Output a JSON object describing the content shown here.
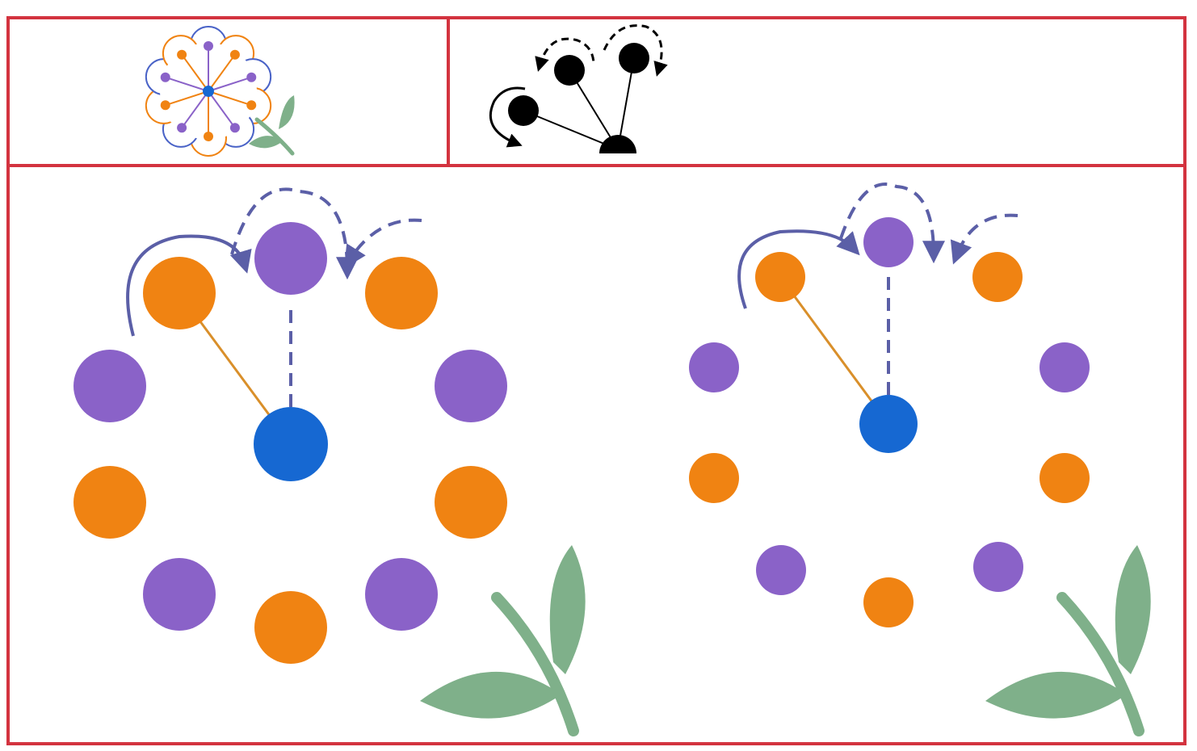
{
  "colors": {
    "frame": "#d3333f",
    "purple": "#8a62c8",
    "orange": "#f08312",
    "blue": "#1668d2",
    "arrow": "#5b5fa7",
    "link": "#d98f2a",
    "leaf": "#7fb08a",
    "icon_outline": "#4a63c7",
    "black": "#000000"
  },
  "panels": {
    "icon_left": "flower-icon",
    "icon_right": "rotation-arrows-icon",
    "bottom": {
      "diagrams": [
        {
          "name": "large-node-ring",
          "ring_node_colors": [
            "purple",
            "orange",
            "purple",
            "orange",
            "purple",
            "orange",
            "purple",
            "orange",
            "purple",
            "orange"
          ],
          "center_node": "blue",
          "solid_link": "center-to-orange",
          "dashed_link": "center-to-purple"
        },
        {
          "name": "small-node-ring",
          "ring_node_colors": [
            "purple",
            "orange",
            "purple",
            "orange",
            "purple",
            "orange",
            "purple",
            "orange",
            "purple",
            "orange"
          ],
          "center_node": "blue",
          "solid_link": "center-to-orange",
          "dashed_link": "center-to-purple"
        }
      ]
    }
  }
}
